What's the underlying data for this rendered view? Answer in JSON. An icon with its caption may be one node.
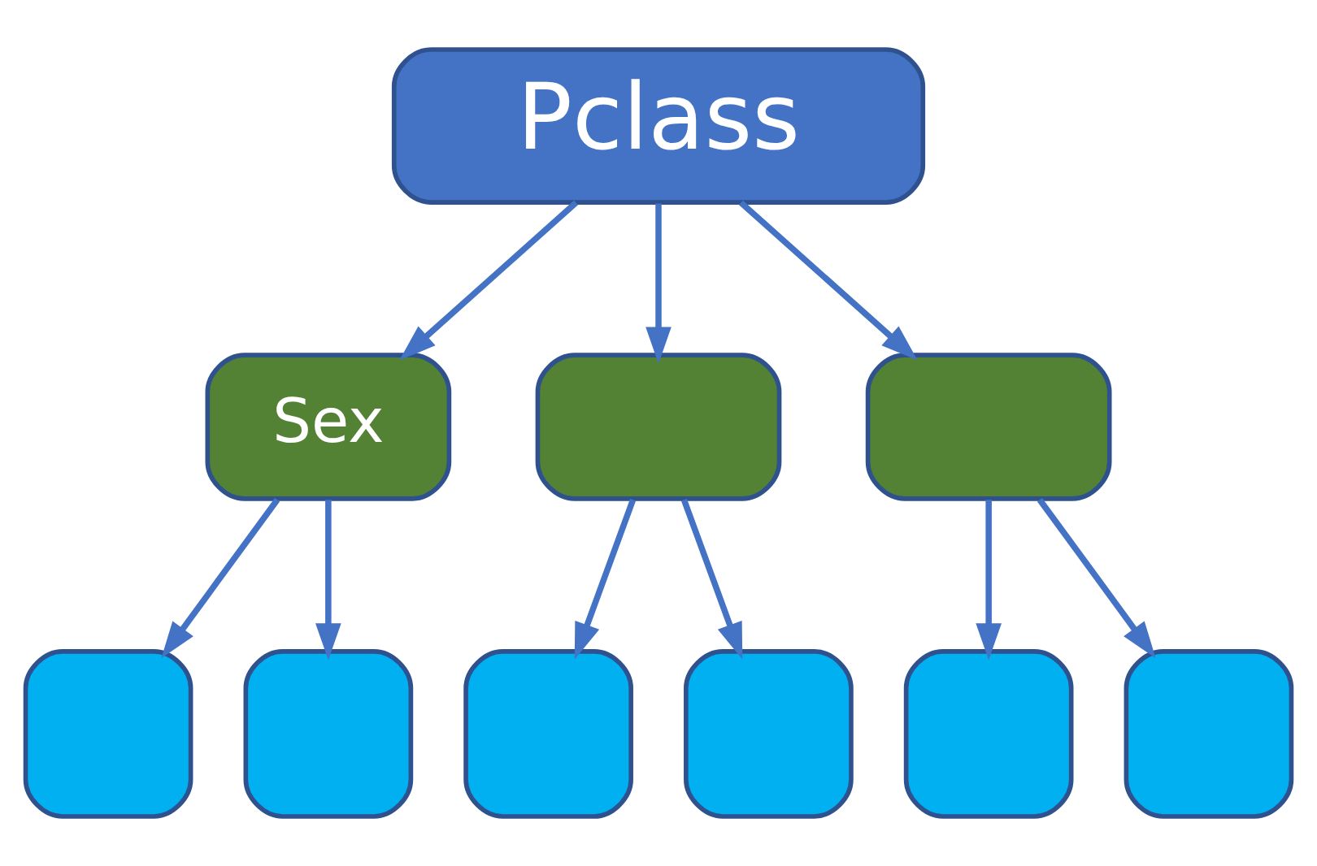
{
  "diagram": {
    "nodes": [
      {
        "text": [
          "Pclass"
        ]
      },
      {
        "text": [
          "Sex"
        ]
      },
      {
        "text": [],
        "shape": "box"
      },
      {
        "text": [],
        "shape": "box"
      },
      {
        "text": [],
        "shape": "box"
      },
      {
        "text": [],
        "shape": "box"
      },
      {
        "text": [],
        "shape": "box"
      },
      {
        "text": [],
        "shape": "box"
      },
      {
        "text": [],
        "shape": "box"
      },
      {
        "text": [],
        "shape": "box"
      }
    ],
    "edges": [
      {
        "from": 0,
        "to": 1,
        "arrow": "to"
      },
      {
        "from": 0,
        "to": 2,
        "arrow": "to"
      },
      {
        "from": 0,
        "to": 3,
        "arrow": "to"
      },
      {
        "from": 1,
        "to": 4,
        "arrow": "to"
      },
      {
        "from": 1,
        "to": 5,
        "arrow": "to"
      },
      {
        "from": 2,
        "to": 6,
        "arrow": "to"
      },
      {
        "from": 2,
        "to": 7,
        "arrow": "to"
      },
      {
        "from": 3,
        "to": 8,
        "arrow": "to"
      },
      {
        "from": 3,
        "to": 9,
        "arrow": "to"
      }
    ]
  }
}
